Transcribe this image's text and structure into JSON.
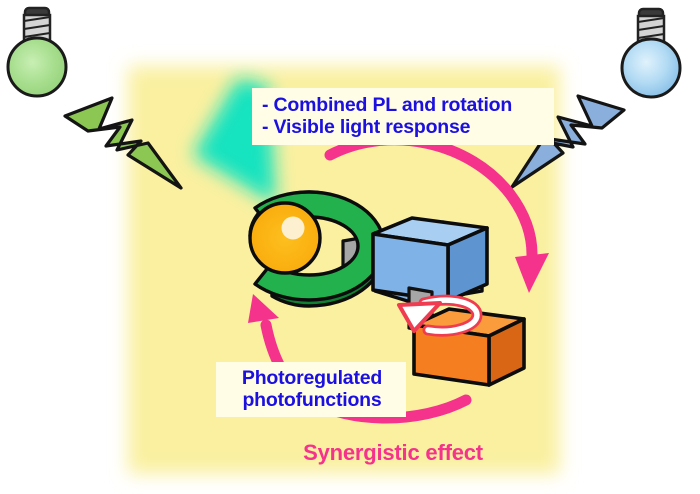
{
  "figure": {
    "type": "scientific-graphical-abstract",
    "subject": "Photoresponsive molecular machine with combined photoluminescence and rotation",
    "background_color": "#FAF0A0",
    "canvas_color": "#FFFFFF"
  },
  "callouts": {
    "top": {
      "line1": "- Combined PL and rotation",
      "line2": "- Visible light response",
      "text_color": "#1B10E0",
      "box_color": "#FFFDE6"
    },
    "bottom": {
      "line1": "Photoregulated",
      "line2": "photofunctions",
      "text_color": "#1B10E0",
      "box_color": "#FFFDE6"
    }
  },
  "caption": {
    "text": "Synergistic effect",
    "color": "#F5328C"
  },
  "light_sources": [
    {
      "name": "green-light-bulb",
      "bulb_color": "#A5DE8C",
      "base_color": "#C9C9C9",
      "position": "top-left"
    },
    {
      "name": "blue-light-bulb",
      "bulb_color": "#A9D3F0",
      "base_color": "#C9C9C9",
      "position": "top-right"
    }
  ],
  "beams": [
    {
      "name": "green-lightning-bolt",
      "color": "#8CC653",
      "direction": "down-right",
      "source": "green-light-bulb"
    },
    {
      "name": "blue-lightning-bolt",
      "color": "#8AAFDC",
      "direction": "down-left",
      "source": "blue-light-bulb"
    }
  ],
  "emission": {
    "name": "cyan-emission-cone",
    "color": "#12E3C0",
    "label": "photoluminescence emission"
  },
  "machine": {
    "macrocycle": {
      "name": "green-macrocycle-ring",
      "top_color": "#22B14C",
      "side_color": "#118033",
      "shape": "C-shaped ring"
    },
    "guest": {
      "name": "orange-guest-sphere",
      "color": "#FBB50B",
      "highlight_color": "#FDF0D0"
    },
    "axle_connector": {
      "name": "gray-axle-connector",
      "color": "#A6A6A6"
    },
    "blue_unit": {
      "name": "blue-box-unit",
      "front_color": "#7FB3E8",
      "top_color": "#A8CEF2",
      "side_color": "#5E95D0"
    },
    "rotor_shaft": {
      "name": "gray-rotor-shaft",
      "color": "#A6A6A6"
    },
    "orange_unit": {
      "name": "orange-box-unit",
      "front_color": "#F57F20",
      "top_color": "#FA9B3C",
      "side_color": "#D96614"
    },
    "rotation_indicator": {
      "name": "rotation-arrow",
      "fill_color": "#FFFFFF",
      "stroke_color": "#F03C50",
      "meaning": "unidirectional rotation"
    }
  },
  "cycle_arrows": [
    {
      "name": "cycle-arrow-top-right",
      "color": "#F5328C",
      "direction": "clockwise-descending",
      "meaning": "light input drives rotation"
    },
    {
      "name": "cycle-arrow-bottom-left",
      "color": "#F5328C",
      "direction": "counterclockwise-ascending",
      "meaning": "photofunctions feed back"
    }
  ]
}
